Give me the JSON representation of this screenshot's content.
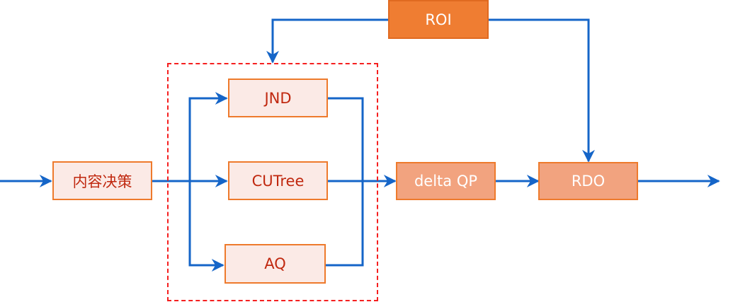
{
  "diagram": {
    "nodes": {
      "content_decision": "内容决策",
      "jnd": "JND",
      "cutree": "CUTree",
      "aq": "AQ",
      "delta_qp": "delta QP",
      "rdo": "RDO",
      "roi": "ROI"
    },
    "colors": {
      "arrow": "#1565c8",
      "group_border": "#f51f1f",
      "light_fill": "#fbeae6",
      "mid_fill": "#f2a37f",
      "dark_fill": "#ef7d32",
      "box_border": "#ee7a2c",
      "light_text": "#c0280f"
    },
    "edges": [
      {
        "from": "input",
        "to": "content_decision"
      },
      {
        "from": "content_decision",
        "to": "jnd"
      },
      {
        "from": "content_decision",
        "to": "cutree"
      },
      {
        "from": "content_decision",
        "to": "aq"
      },
      {
        "from": "jnd",
        "to": "delta_qp"
      },
      {
        "from": "cutree",
        "to": "delta_qp"
      },
      {
        "from": "aq",
        "to": "delta_qp"
      },
      {
        "from": "roi",
        "to": "qp_group"
      },
      {
        "from": "roi",
        "to": "rdo"
      },
      {
        "from": "delta_qp",
        "to": "rdo"
      },
      {
        "from": "rdo",
        "to": "output"
      }
    ]
  }
}
